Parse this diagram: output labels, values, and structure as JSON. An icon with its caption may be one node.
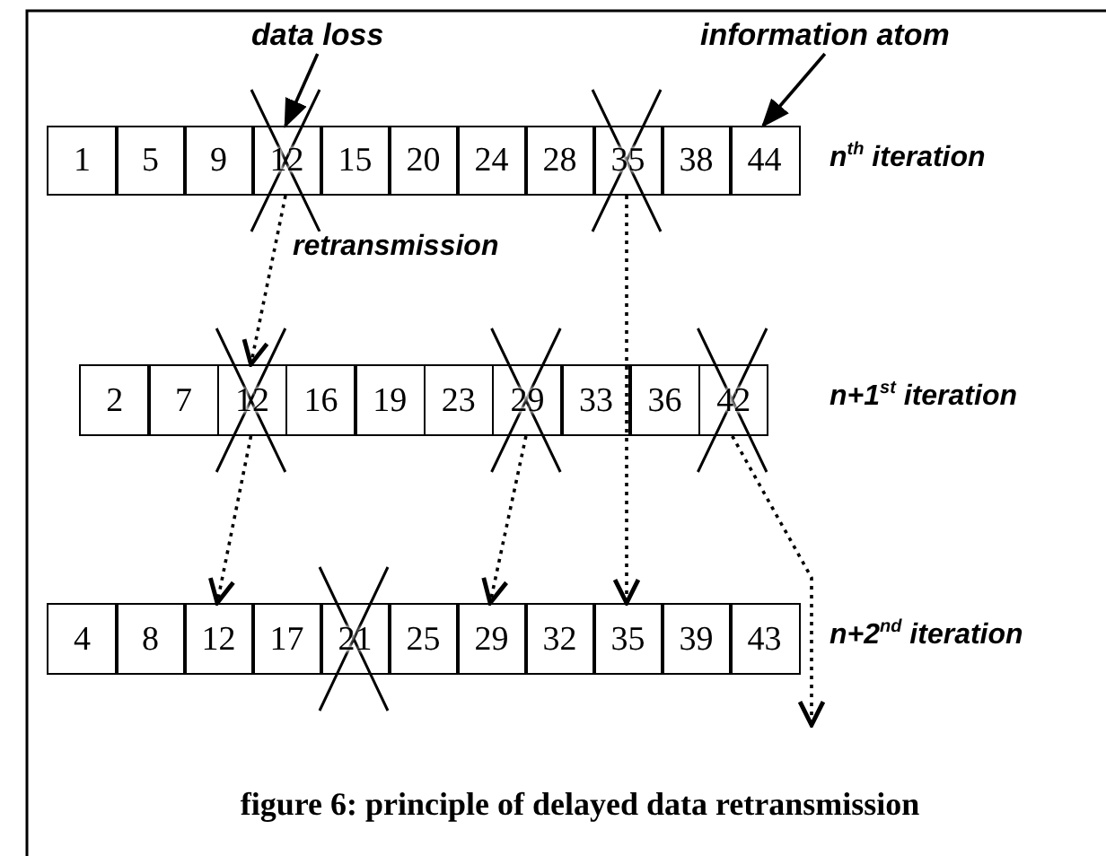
{
  "diagram": {
    "caption": "figure 6: principle of delayed data retransmission",
    "nodes": [
      {
        "text": [
          "data loss"
        ]
      },
      {
        "text": [
          "information atom"
        ]
      },
      {
        "text": [
          "1"
        ]
      },
      {
        "text": [
          "5"
        ]
      },
      {
        "text": [
          "9"
        ]
      },
      {
        "text": [
          "12"
        ]
      },
      {
        "text": [
          "15"
        ]
      },
      {
        "text": [
          "20"
        ]
      },
      {
        "text": [
          "24"
        ]
      },
      {
        "text": [
          "28"
        ]
      },
      {
        "text": [
          "35"
        ]
      },
      {
        "text": [
          "38"
        ]
      },
      {
        "text": [
          "44"
        ]
      },
      {
        "text": [
          "2"
        ]
      },
      {
        "text": [
          "7"
        ]
      },
      {
        "text": [
          "12"
        ]
      },
      {
        "text": [
          "16"
        ]
      },
      {
        "text": [
          "19"
        ]
      },
      {
        "text": [
          "23"
        ]
      },
      {
        "text": [
          "29"
        ]
      },
      {
        "text": [
          "33"
        ]
      },
      {
        "text": [
          "36"
        ]
      },
      {
        "text": [
          "42"
        ]
      },
      {
        "text": [
          "4"
        ]
      },
      {
        "text": [
          "8"
        ]
      },
      {
        "text": [
          "12"
        ]
      },
      {
        "text": [
          "17"
        ]
      },
      {
        "text": [
          "21"
        ]
      },
      {
        "text": [
          "25"
        ]
      },
      {
        "text": [
          "29"
        ]
      },
      {
        "text": [
          "32"
        ]
      },
      {
        "text": [
          "35"
        ]
      },
      {
        "text": [
          "39"
        ]
      },
      {
        "text": [
          "43"
        ]
      }
    ],
    "edges": [
      {
        "from": 0,
        "to": 5,
        "arrow": "to"
      },
      {
        "from": 1,
        "to": 12,
        "arrow": "to"
      },
      {
        "from": 5,
        "to": 15,
        "arrow": "to",
        "style": "dashed",
        "label": "retransmission"
      },
      {
        "from": 10,
        "to": 31,
        "arrow": "to",
        "style": "dashed"
      },
      {
        "from": 15,
        "to": 25,
        "arrow": "to",
        "style": "dashed"
      },
      {
        "from": 19,
        "to": 29,
        "arrow": "to",
        "style": "dashed"
      },
      {
        "from": 22,
        "to": null,
        "arrow": "to",
        "style": "dashed"
      }
    ],
    "labels": [
      "n$^{th}$ iteration",
      "n+1$^{st}$ iteration",
      "n+2$^{nd}$ iteration"
    ]
  }
}
